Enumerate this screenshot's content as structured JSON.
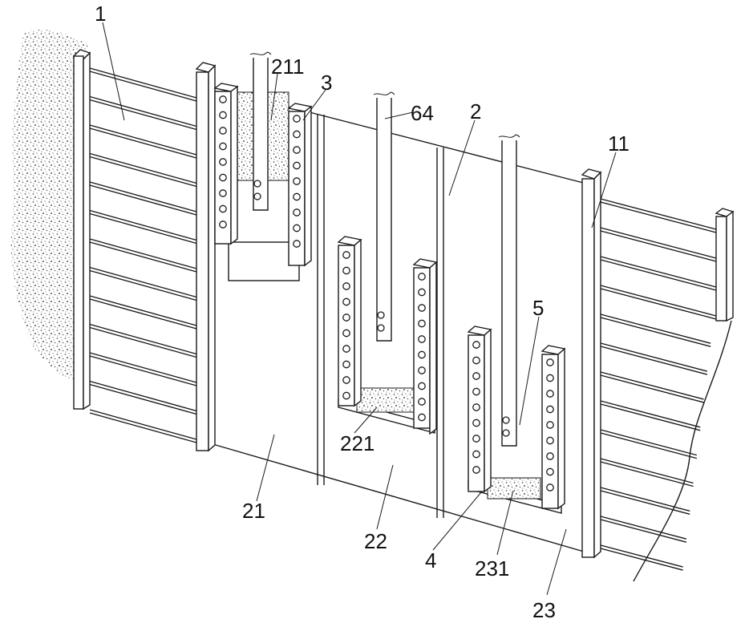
{
  "labels": {
    "l1": "1",
    "l211": "211",
    "l3": "3",
    "l64": "64",
    "l2": "2",
    "l11": "11",
    "l5": "5",
    "l221": "221",
    "l21": "21",
    "l22": "22",
    "l4": "4",
    "l231": "231",
    "l23": "23"
  }
}
